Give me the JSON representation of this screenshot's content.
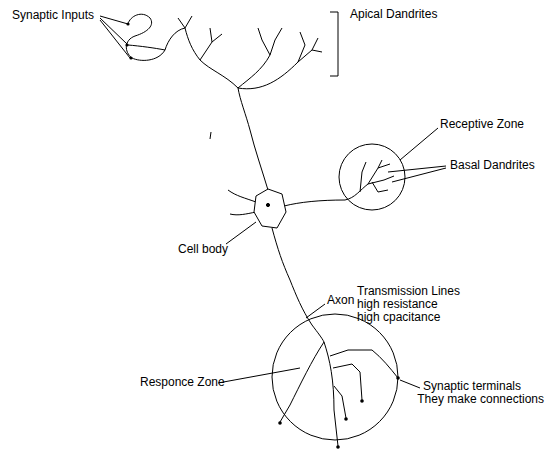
{
  "diagram": {
    "labels": [
      "Synaptic Inputs",
      "Apical Dandrites",
      "Receptive Zone",
      "Basal Dandrites",
      "Cell body",
      "Axon",
      "Transmission Lines",
      "high resistance",
      "high cpacitance",
      "Synaptic terminals",
      "They make connections",
      "Responce Zone"
    ]
  }
}
